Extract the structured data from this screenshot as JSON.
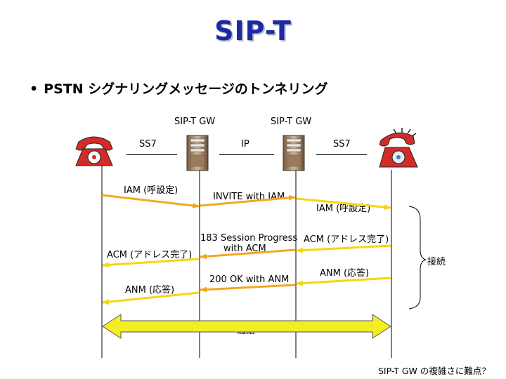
{
  "title": "SIP-T",
  "bullet": {
    "marker": "•",
    "text": "PSTN シグナリングメッセージのトンネリング"
  },
  "nodes": {
    "gw_left": "SIP-T GW",
    "gw_right": "SIP-T GW"
  },
  "segments": {
    "left": "SS7",
    "middle": "IP",
    "right": "SS7"
  },
  "messages": {
    "iam_left": "IAM (呼設定)",
    "invite_line1": "INVITE with IAM",
    "iam_right": "IAM (呼設定)",
    "session_progress_line1": "183 Session Progress",
    "session_progress_line2": "with ACM",
    "acm_right": "ACM (アドレス完了)",
    "acm_left": "ACM (アドレス完了)",
    "ok_anm": "200 OK with ANM",
    "anm_right": "ANM (応答)",
    "anm_left": "ANM (応答)",
    "call": "通話"
  },
  "brace_label": "接続",
  "footnote": "SIP-T GW の複雑さに難点？",
  "icons": [
    "telephone-icon",
    "server-icon",
    "server-icon",
    "ringing-telephone-icon"
  ],
  "colors": {
    "title": "#1b2aa8",
    "arrow_orange": "#f2a81e",
    "arrow_yellow": "#f2d80c",
    "call_band": "#f2ee22",
    "phone_red": "#d42a2a"
  }
}
